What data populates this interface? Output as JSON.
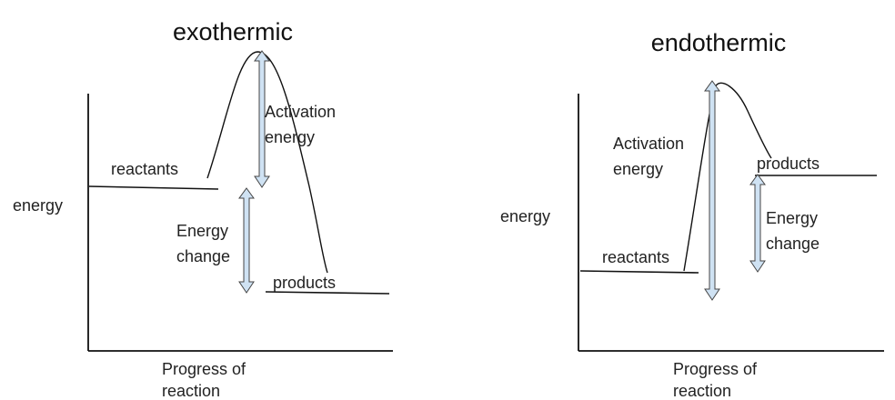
{
  "colors": {
    "arrow_fill": "#cfe2f3",
    "arrow_stroke": "#444444",
    "line": "#111111",
    "background": "#ffffff"
  },
  "exothermic": {
    "title": "exothermic",
    "y_axis_label": "energy",
    "x_axis_label_line1": "Progress of",
    "x_axis_label_line2": "reaction",
    "reactants_label": "reactants",
    "products_label": "products",
    "activation_label_line1": "Activation",
    "activation_label_line2": "energy",
    "change_label_line1": "Energy",
    "change_label_line2": "change"
  },
  "endothermic": {
    "title": "endothermic",
    "y_axis_label": "energy",
    "x_axis_label_line1": "Progress of",
    "x_axis_label_line2": "reaction",
    "reactants_label": "reactants",
    "products_label": "products",
    "activation_label_line1": "Activation",
    "activation_label_line2": "energy",
    "change_label_line1": "Energy",
    "change_label_line2": "change"
  }
}
